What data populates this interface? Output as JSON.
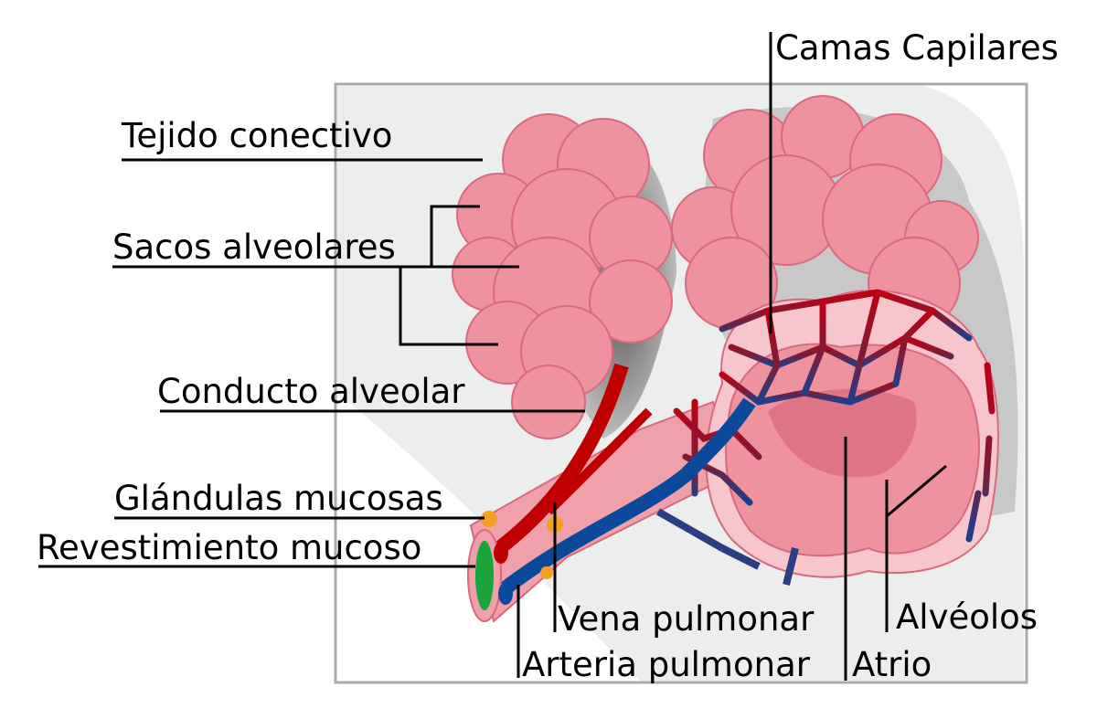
{
  "labels": {
    "camas_capilares": "Camas Capilares",
    "tejido_conectivo": "Tejido conectivo",
    "sacos_alveolares": "Sacos alveolares",
    "conducto_alveolar": "Conducto alveolar",
    "glandulas_mucosas": "Glándulas mucosas",
    "revestimiento_mucoso": "Revestimiento mucoso",
    "vena_pulmonar": "Vena pulmonar",
    "arteria_pulmonar": "Arteria pulmonar",
    "atrio": "Atrio",
    "alveolos": "Alvéolos"
  },
  "colors": {
    "tissue": "#ee929e",
    "tissue_edge": "#d9697f",
    "artery_red": "#c00000",
    "vein_blue": "#0b4a9a",
    "capillary_mix": "#7a1d3a",
    "mucosa_green": "#1aa53a",
    "gland_orange": "#f5a020",
    "background_panel": "#eceeed"
  }
}
